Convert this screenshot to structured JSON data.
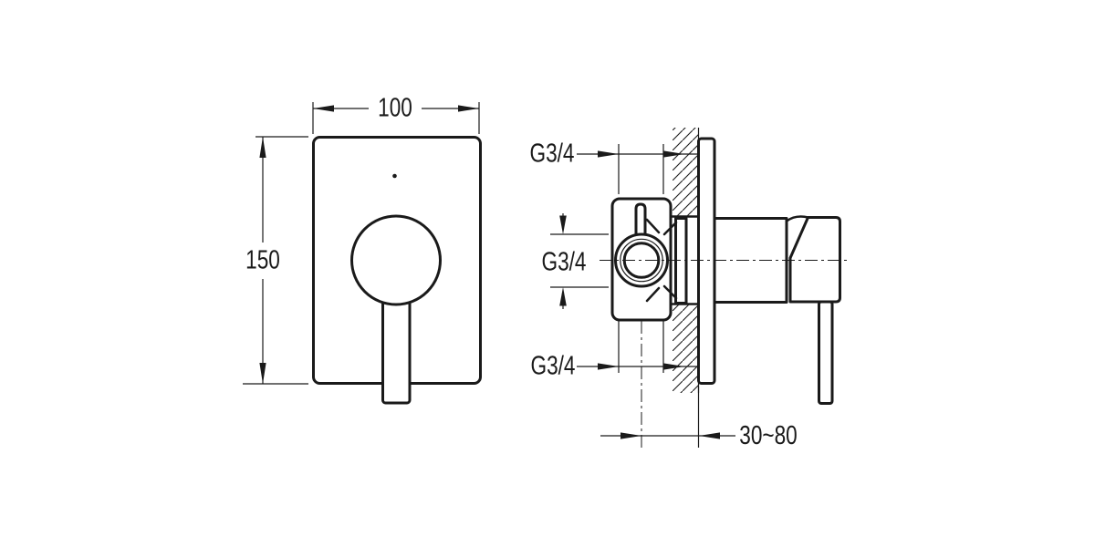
{
  "labels": {
    "front_width": "100",
    "front_height": "150",
    "top_port_thread": "G3/4",
    "side_port_thread": "G3/4",
    "bottom_port_thread": "G3/4",
    "install_depth_range": "30~80"
  },
  "colors": {
    "line": "#1a1a1a",
    "background": "#ffffff"
  }
}
